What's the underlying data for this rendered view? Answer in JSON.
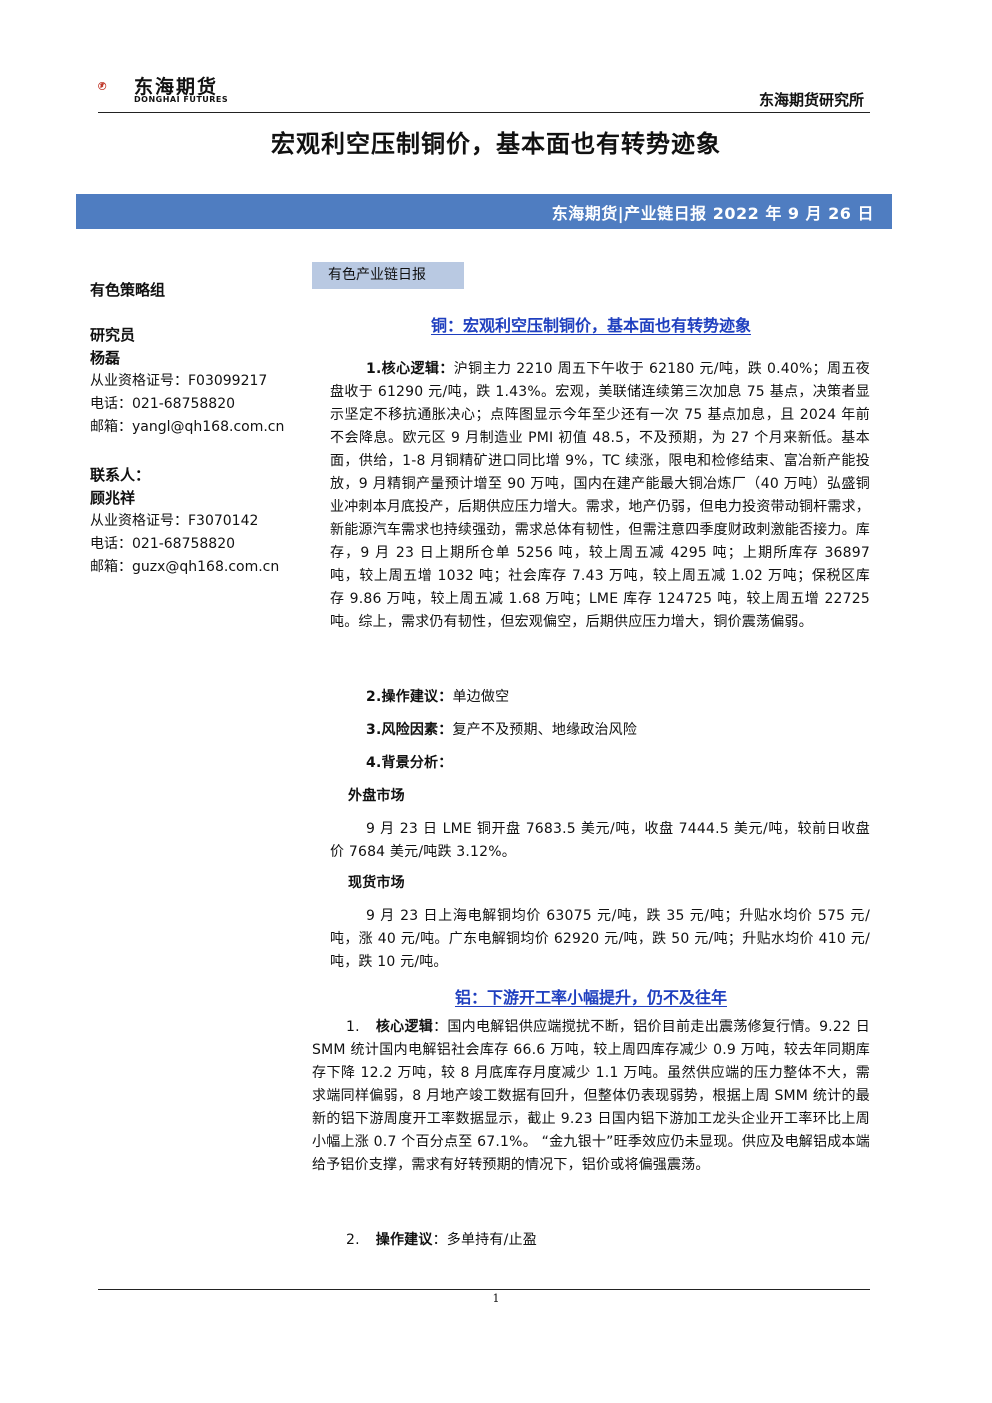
{
  "header": {
    "logo_cn": "东海期货",
    "logo_en": "DONGHAI FUTURES",
    "institute": "东海期货研究所",
    "title": "宏观利空压制铜价，基本面也有转势迹象",
    "banner": "东海期货|产业链日报 2022 年 9 月 26 日"
  },
  "sidebar": {
    "group": "有色策略组",
    "researcher_label": "研究员",
    "researcher_name": "杨磊",
    "researcher_license": "从业资格证号：F03099217",
    "researcher_phone": "电话：021-68758820",
    "researcher_email": "邮箱：yangl@qh168.com.cn",
    "contact_label": "联系人：",
    "contact_name": "顾兆祥",
    "contact_license": "从业资格证号：F3070142",
    "contact_phone": "电话：021-68758820",
    "contact_email": "邮箱：guzx@qh168.com.cn"
  },
  "report": {
    "tag": "有色产业链日报",
    "copper": {
      "title": "铜：宏观利空压制铜价，基本面也有转势迹象",
      "logic_label": "1.核心逻辑：",
      "logic_text": "沪铜主力 2210 周五下午收于 62180 元/吨，跌 0.40%；周五夜盘收于 61290 元/吨，跌 1.43%。宏观，美联储连续第三次加息 75 基点，决策者显示坚定不移抗通胀决心；点阵图显示今年至少还有一次 75 基点加息，且 2024 年前不会降息。欧元区 9 月制造业 PMI 初值 48.5，不及预期，为 27 个月来新低。基本面，供给，1-8 月铜精矿进口同比增 9%，TC 续涨，限电和检修结束、富冶新产能投放，9 月精铜产量预计增至 90 万吨，国内在建产能最大铜冶炼厂（40 万吨）弘盛铜业冲刺本月底投产，后期供应压力增大。需求，地产仍弱，但电力投资带动铜杆需求，新能源汽车需求也持续强劲，需求总体有韧性，但需注意四季度财政刺激能否接力。库存，9 月 23 日上期所仓单 5256 吨，较上周五减 4295 吨；上期所库存 36897 吨，较上周五增 1032 吨；社会库存 7.43 万吨，较上周五减 1.02 万吨；保税区库存 9.86 万吨，较上周五减 1.68 万吨；LME 库存 124725 吨，较上周五增 22725 吨。综上，需求仍有韧性，但宏观偏空，后期供应压力增大，铜价震荡偏弱。",
      "op_label": "2.操作建议：",
      "op_text": "单边做空",
      "risk_label": "3.风险因素：",
      "risk_text": "复产不及预期、地缘政治风险",
      "bg_label": "4.背景分析：",
      "foreign_label": "外盘市场",
      "foreign_text": "9 月 23 日 LME 铜开盘 7683.5 美元/吨，收盘 7444.5 美元/吨，较前日收盘价 7684 美元/吨跌 3.12%。",
      "spot_label": "现货市场",
      "spot_text": "9 月 23 日上海电解铜均价 63075 元/吨，跌 35 元/吨；升贴水均价 575 元/吨，涨 40 元/吨。广东电解铜均价 62920 元/吨，跌 50 元/吨；升贴水均价 410 元/吨，跌 10 元/吨。"
    },
    "aluminum": {
      "title": "铝：下游开工率小幅提升，仍不及往年",
      "logic_num": "1.",
      "logic_label": "核心逻辑",
      "logic_text": "：国内电解铝供应端搅扰不断，铝价目前走出震荡修复行情。9.22 日 SMM 统计国内电解铝社会库存 66.6 万吨，较上周四库存减少 0.9 万吨，较去年同期库存下降 12.2 万吨，较 8 月底库存月度减少 1.1 万吨。虽然供应端的压力整体不大，需求端同样偏弱，8 月地产竣工数据有回升，但整体仍表现弱势，根据上周 SMM 统计的最新的铝下游周度开工率数据显示，截止 9.23 日国内铝下游加工龙头企业开工率环比上周小幅上涨 0.7 个百分点至 67.1%。 “金九银十”旺季效应仍未显现。供应及电解铝成本端给予铝价支撑，需求有好转预期的情况下，铝价或将偏强震荡。",
      "op_num": "2.",
      "op_label": "操作建议",
      "op_text": "：多单持有/止盈"
    }
  },
  "footer": {
    "page": "1"
  },
  "colors": {
    "banner": "#4f7dc1",
    "tag": "#b9c9e2",
    "section_title": "#1f3fbf"
  }
}
